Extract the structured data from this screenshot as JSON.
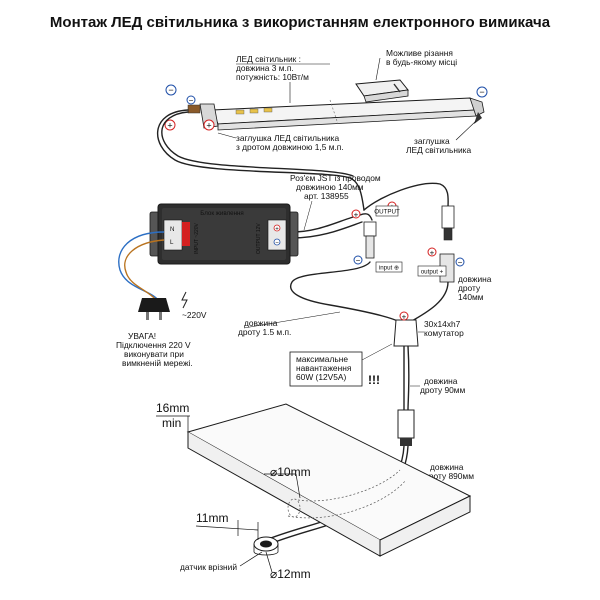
{
  "title": "Монтаж  ЛЕД світильника з використанням електронного вимикача",
  "labels": {
    "led_lamp_l1": "ЛЕД світильник :",
    "led_lamp_l2": "довжина 3 м.п.",
    "led_lamp_l3": "потужність: 10Вт/м",
    "cut_l1": "Можливе різання",
    "cut_l2": "в будь-якому місці",
    "cap_left_l1": "заглушка  ЛЕД світильника",
    "cap_left_l2": "з дротом довжиною 1,5 м.п.",
    "cap_right_l1": "заглушка",
    "cap_right_l2": "ЛЕД світильника",
    "jst_l1": "Роз'єм JST  із проводом",
    "jst_l2": "довжиною 140мм",
    "jst_l3": "арт. 138955",
    "psu_label": "Блок живлення",
    "psu_input": "INPUT ~220V",
    "psu_output": "OUTPUT 12V",
    "output_tag": "OUTPUT",
    "input_tag": "input ⊕",
    "output_plus_tag": "output +",
    "wire_140_l1": "довжина",
    "wire_140_l2": "дроту",
    "wire_140_l3": "140мм",
    "voltage": "~220V",
    "warn_l1": "УВАГА!",
    "warn_l2": "Підключення 220 V",
    "warn_l3": "виконувати  при",
    "warn_l4": "вимкненій мережі.",
    "wire_15_l1": "довжина",
    "wire_15_l2": "дроту 1.5 м.п.",
    "commutator_l1": "30x14xh7",
    "commutator_l2": "комутатор",
    "maxload_l1": "максимальне",
    "maxload_l2": "навантаження",
    "maxload_l3": "60W (12V5A)",
    "exclaim": "!!!",
    "wire_90_l1": "довжина",
    "wire_90_l2": "дроту 90мм",
    "wire_890_l1": "довжина",
    "wire_890_l2": "дроту 890мм",
    "dim_16": "16mm",
    "dim_min": "min",
    "dim_10": "10mm",
    "dim_11": "11mm",
    "dim_12": "12mm",
    "diameter_sym_a": "⌀",
    "diameter_sym_b": "⌀",
    "sensor": "датчик врізний",
    "terminal_N": "N",
    "terminal_L": "L",
    "terminal_minus": "−",
    "terminal_plus": "+"
  },
  "colors": {
    "plus_red": "#d42121",
    "minus_blue": "#1f4fa8",
    "wire_blue": "#2c6fc4",
    "wire_brown": "#b9731f",
    "psu_body": "#2e2e2e",
    "outline": "#1a1a1a"
  }
}
